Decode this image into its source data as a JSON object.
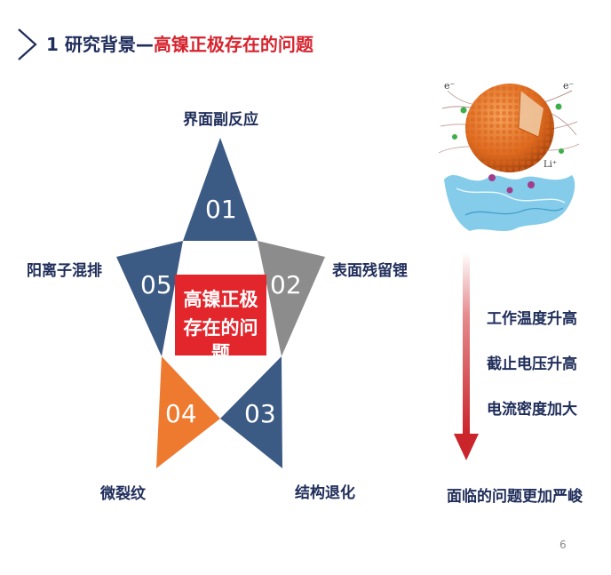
{
  "title": {
    "prefix": "1 研究背景—",
    "accent": "高镍正极存在的问题"
  },
  "star": {
    "center_line1": "高镍正极",
    "center_line2": "存在的问题",
    "points": [
      {
        "num": "01",
        "label": "界面副反应",
        "color": "#3b5a84"
      },
      {
        "num": "02",
        "label": "表面残留锂",
        "color": "#8c8c8c"
      },
      {
        "num": "03",
        "label": "结构退化",
        "color": "#3b5a84"
      },
      {
        "num": "04",
        "label": "微裂纹",
        "color": "#ee7a30"
      },
      {
        "num": "05",
        "label": "阳离子混排",
        "color": "#3b5a84"
      }
    ]
  },
  "particle_labels": {
    "electron_left": "e⁻",
    "electron_right": "e⁻",
    "lithium": "Li⁺"
  },
  "conditions": [
    "工作温度升高",
    "截止电压升高",
    "电流密度加大"
  ],
  "conclusion": "面临的问题更加严峻",
  "page_number": "6",
  "colors": {
    "navy": "#1f2d5a",
    "red": "#d7242e",
    "arrow": "#c9252b"
  }
}
